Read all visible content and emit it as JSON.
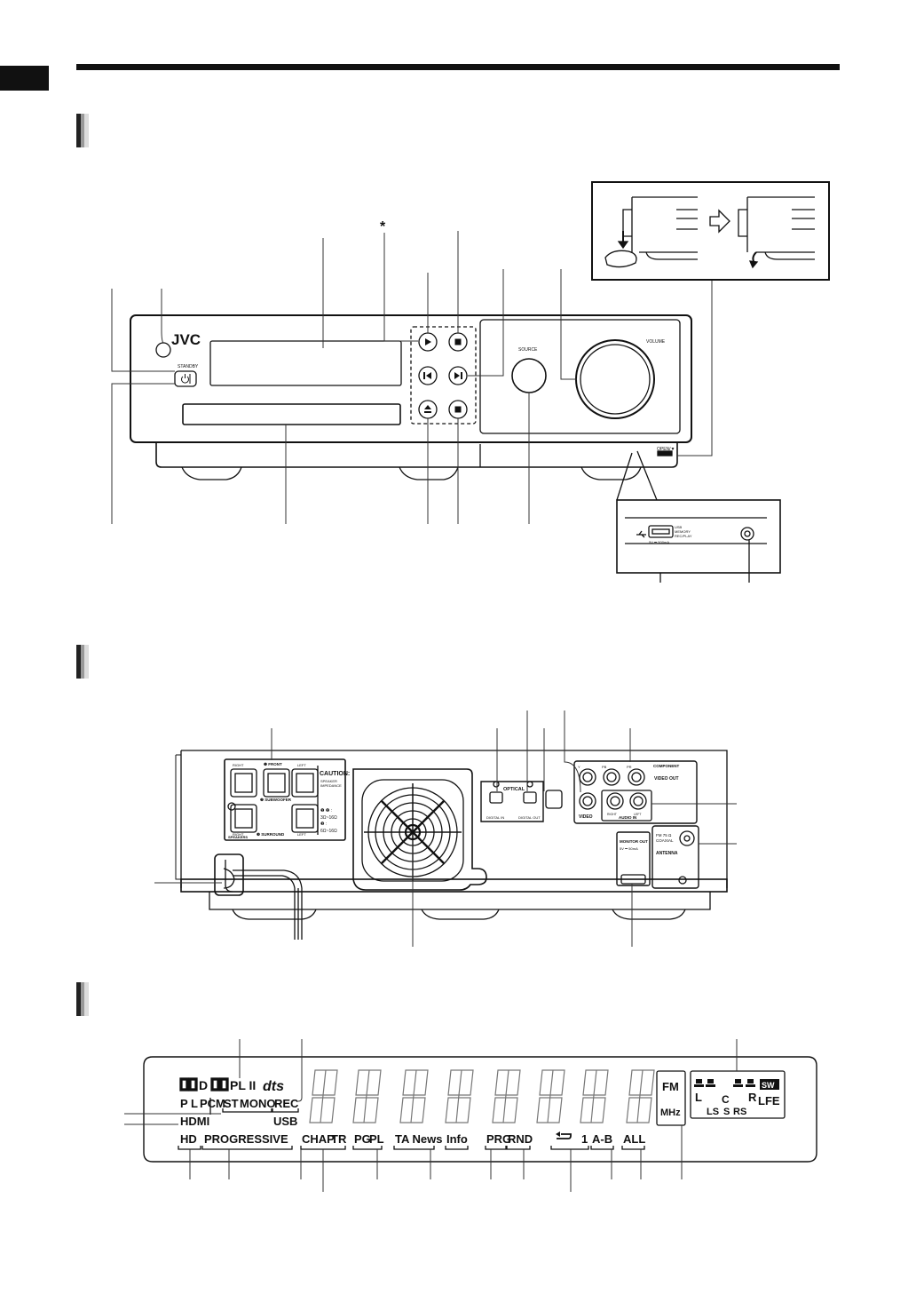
{
  "front": {
    "brand": "JVC",
    "standby_label": "STANDBY",
    "source_label": "SOURCE",
    "volume_label": "VOLUME",
    "open_label": "OPEN/▼",
    "asterisk": "*",
    "usb_text_1": "USB",
    "usb_text_2": "MEMORY",
    "usb_text_3": "REC/PLAY",
    "usb_power": "5V ⎓ 500mA"
  },
  "rear": {
    "front_label": "❶ FRONT",
    "subwoofer_label": "❷ SUBWOOFER",
    "surround_label": "❸ SURROUND",
    "speakers_label": "SPEAKERS",
    "right_label": "RIGHT",
    "left_label": "LEFT",
    "caution_title": "CAUTION:",
    "caution_1": "SPEAKER",
    "caution_2": "IMPEDANCE",
    "caution_3": "❶ ❷ :",
    "caution_4": "3Ω~16Ω",
    "caution_5": "❸ :",
    "caution_6": "6Ω~16Ω",
    "optical_label": "OPTICAL",
    "digital_in": "DIGITAL IN",
    "digital_out": "DIGITAL OUT",
    "video_label": "VIDEO",
    "component_label": "COMPONENT",
    "video_out_label": "VIDEO OUT",
    "y_label": "Y",
    "pb_label": "PB",
    "pr_label": "PR",
    "audio_in_label": "AUDIO IN",
    "monitor_out_label": "MONITOR OUT",
    "monitor_out_sub": "5V ⎓ 50mA",
    "fm_label": "FM 75 Ω",
    "coaxial_label": "COAXIAL",
    "antenna_label": "ANTENNA"
  },
  "display": {
    "dolby_d": "D",
    "pl2": "PL II",
    "dts": "dts",
    "pl": "P L",
    "pcm": "PCM",
    "st": "ST",
    "mono": "MONO",
    "rec": "REC",
    "hdmi": "HDMI",
    "usb": "USB",
    "hd": "HD",
    "progressive": "PROGRESSIVE",
    "chap": "CHAP.",
    "tr": "TR",
    "pg": "PG",
    "pl_ind": "PL",
    "ta_news": "TA News",
    "info": "Info",
    "prg": "PRG",
    "rnd": "RND",
    "repeat_one": "1",
    "ab": "A-B",
    "all": "ALL",
    "fm": "FM",
    "mhz": "MHz",
    "ch_l": "L",
    "ch_c": "C",
    "ch_r": "R",
    "ch_sw": "SW",
    "ch_lfe": "LFE",
    "ch_ls": "LS",
    "ch_s": "S",
    "ch_rs": "RS"
  }
}
